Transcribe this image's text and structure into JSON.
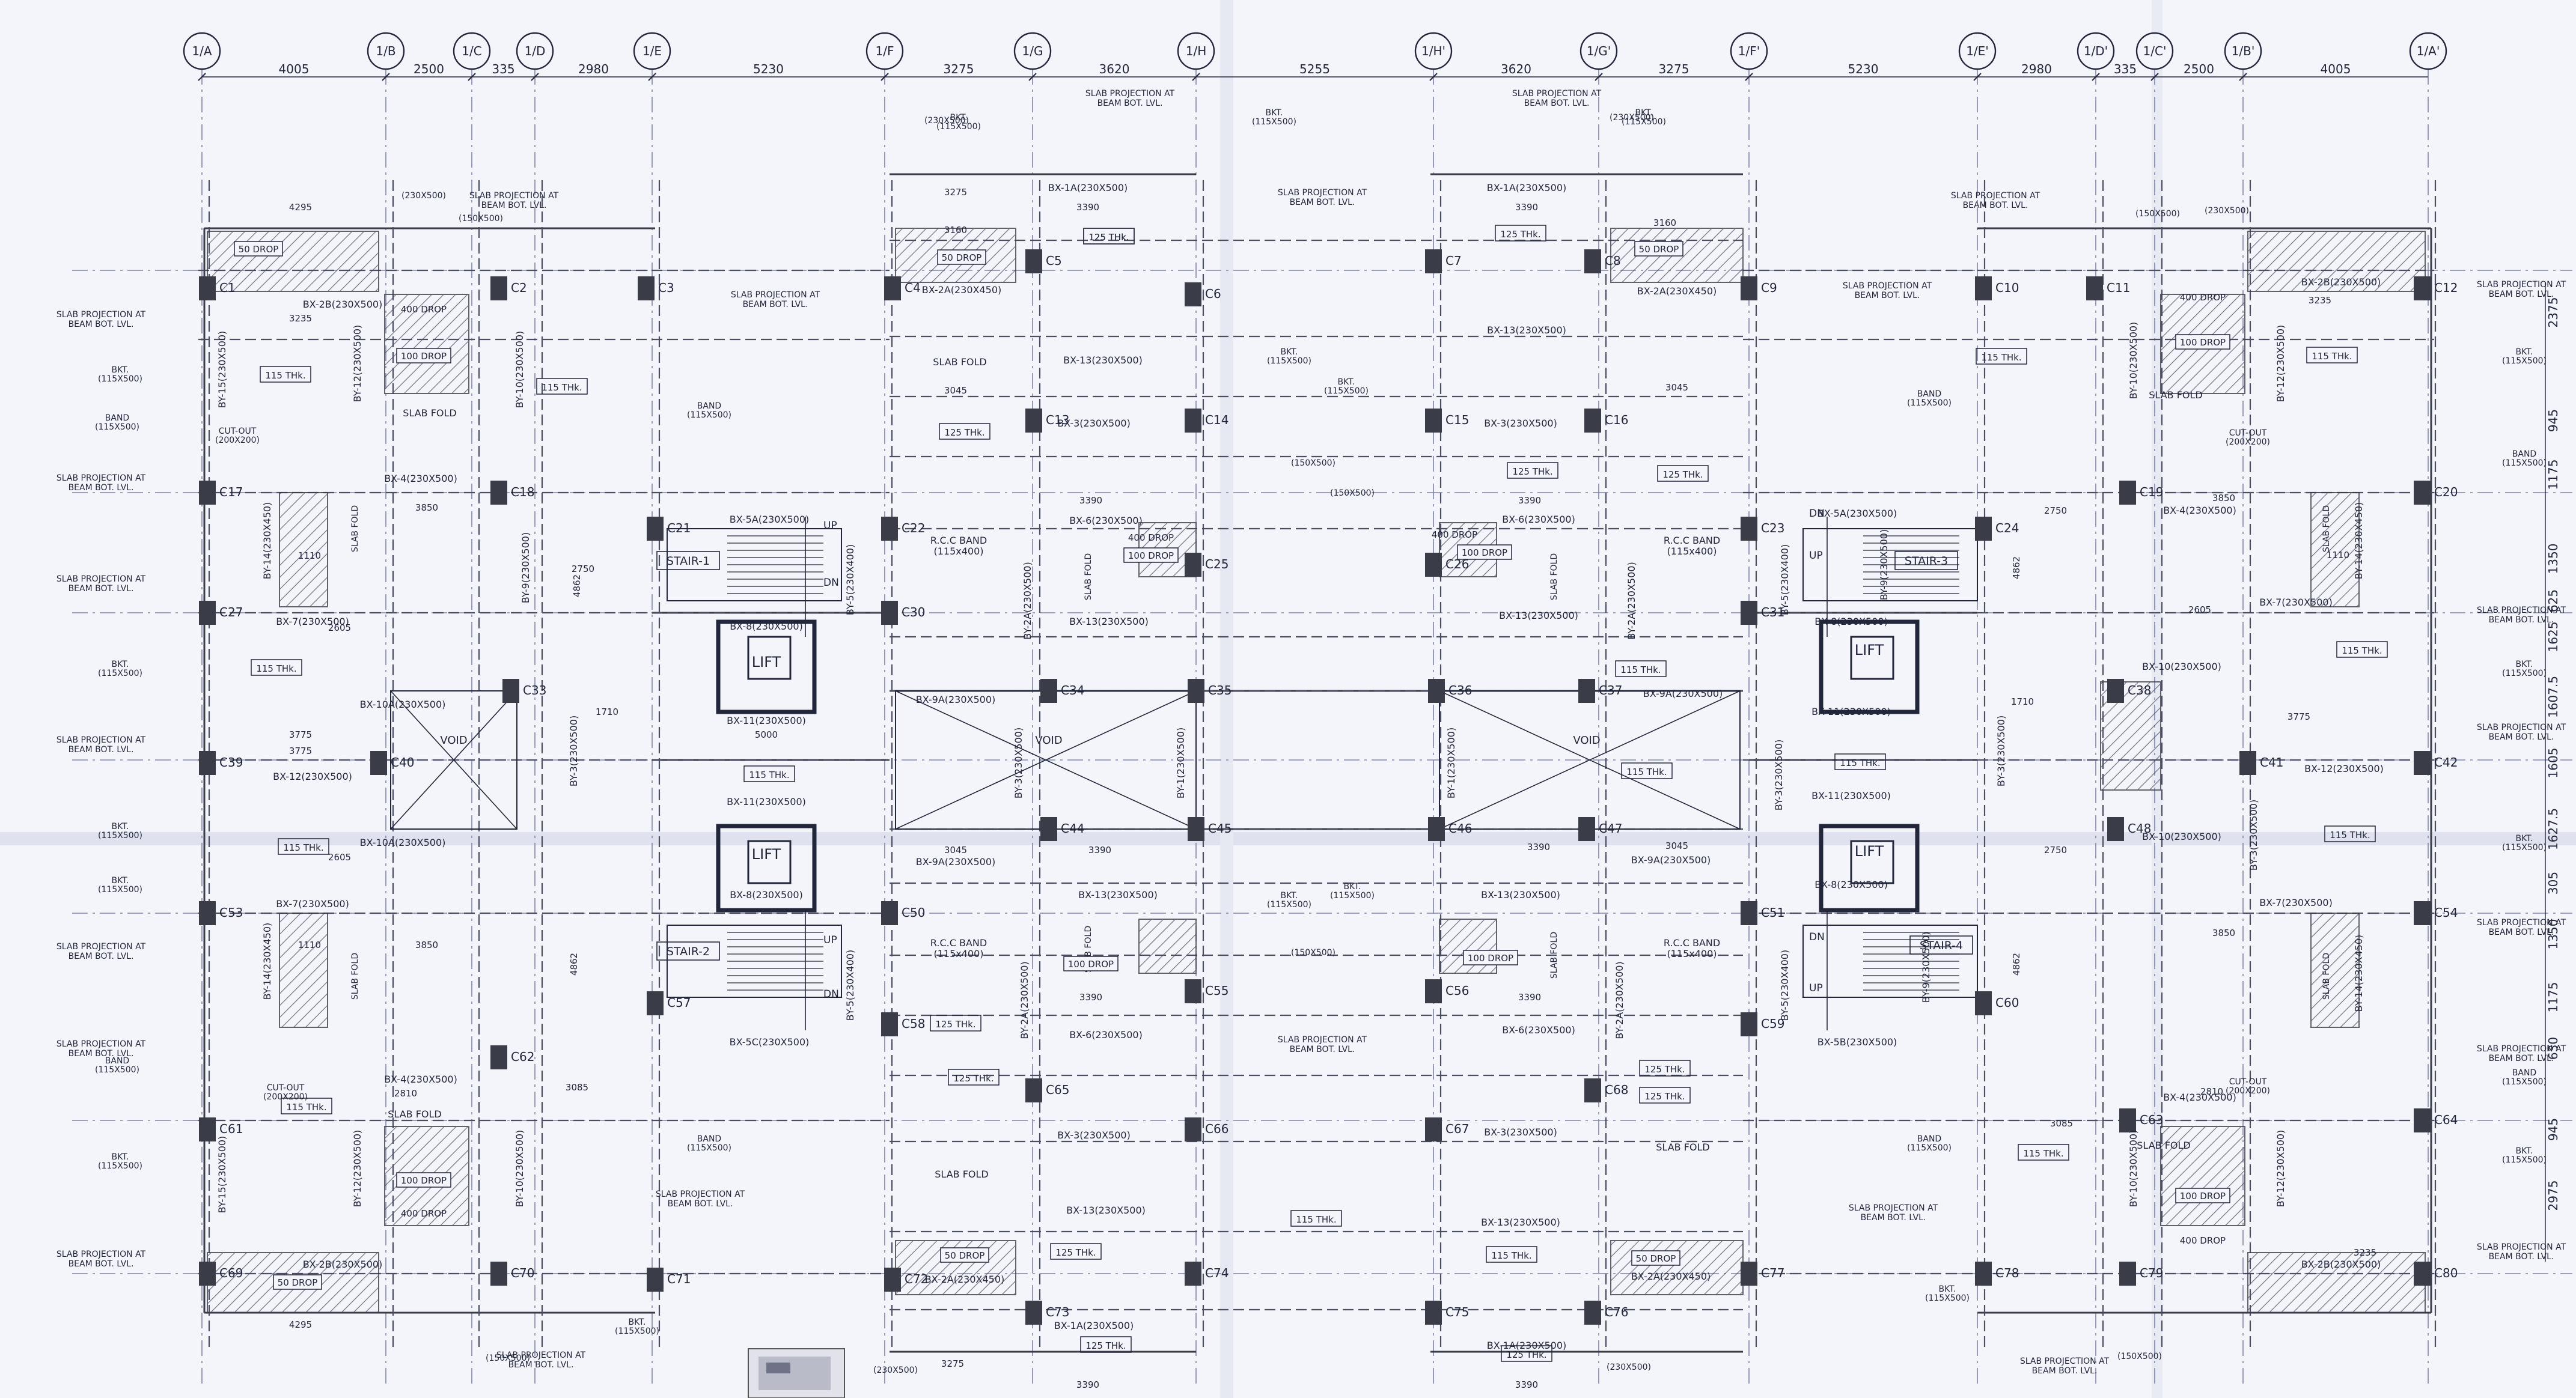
{
  "grid_top": [
    "1/A",
    "1/B",
    "1/C",
    "1/D",
    "1/E",
    "1/F",
    "1/G",
    "1/H",
    "1/H'",
    "1/G'",
    "1/F'",
    "1/E'",
    "1/D'",
    "1/C'",
    "1/B'",
    "1/A'"
  ],
  "dims_top": [
    "4005",
    "2500",
    "335",
    "2980",
    "5230",
    "3275",
    "3620",
    "5255",
    "3620",
    "3275",
    "5230",
    "2980",
    "335",
    "2500",
    "4005"
  ],
  "dims_right": [
    "2375",
    "945",
    "1175",
    "1350",
    "625",
    "1625",
    "1607.5",
    "1605",
    "1627.5",
    "305",
    "1350",
    "1175",
    "630",
    "945",
    "2975"
  ],
  "columns": [
    "C1",
    "C2",
    "C3",
    "C4",
    "C5",
    "C6",
    "C7",
    "C8",
    "C9",
    "C10",
    "C11",
    "C12",
    "C13",
    "C14",
    "C15",
    "C16",
    "C17",
    "C18",
    "C19",
    "C20",
    "C21",
    "C22",
    "C23",
    "C24",
    "C25",
    "C26",
    "C27",
    "C30",
    "C31",
    "C33",
    "C34",
    "C35",
    "C36",
    "C37",
    "C38",
    "C39",
    "C40",
    "C41",
    "C42",
    "C44",
    "C45",
    "C46",
    "C47",
    "C48",
    "C50",
    "C51",
    "C53",
    "C54",
    "C55",
    "C56",
    "C57",
    "C58",
    "C59",
    "C60",
    "C61",
    "C62",
    "C63",
    "C64",
    "C65",
    "C66",
    "C67",
    "C68",
    "C69",
    "C70",
    "C71",
    "C72",
    "C73",
    "C74",
    "C75",
    "C76",
    "C77",
    "C78",
    "C79",
    "C80"
  ],
  "rooms": {
    "lift": "LIFT",
    "void": "VOID",
    "stairs": [
      "STAIR-1",
      "STAIR-2",
      "STAIR-3",
      "STAIR-4"
    ],
    "up": "UP",
    "dn": "DN"
  },
  "beams": {
    "bx_1a": "BX-1A(230X500)",
    "bx_2a": "BX-2A(230X450)",
    "bx_2b": "BX-2B(230X500)",
    "bx_3": "BX-3(230X500)",
    "bx_4": "BX-4(230X500)",
    "bx_5a": "BX-5A(230X500)",
    "bx_5b": "BX-5B(230X500)",
    "bx_5c": "BX-5C(230X500)",
    "bx_6": "BX-6(230X500)",
    "bx_7": "BX-7(230X500)",
    "bx_8": "BX-8(230X500)",
    "bx_9a": "BX-9A(230X500)",
    "bx_10": "BX-10(230X500)",
    "bx_10a": "BX-10A(230X500)",
    "bx_11": "BX-11(230X500)",
    "bx_12": "BX-12(230X500)",
    "bx_13": "BX-13(230X500)",
    "by_1": "BY-1(230X500)",
    "by_2a": "BY-2A(230X500)",
    "by_3": "BY-3(230X500)",
    "by_5": "BY-5(230X400)",
    "by_9": "BY-9(230X500)",
    "by_10": "BY-10(230X500)",
    "by_12": "BY-12(230X500)",
    "by_14": "BY-14(230X450)",
    "by_15": "BY-15(230X500)"
  },
  "notes": {
    "slab_proj": "SLAB PROJECTION AT",
    "beam_bot": "BEAM BOT. LVL.",
    "bkt": "BKT.",
    "bkt_115": "(115X500)",
    "bkt_150": "(150X500)",
    "bkt_230": "(230X500)",
    "band": "BAND",
    "band_115": "(115X500)",
    "rcc_band": "R.C.C BAND",
    "rcc_size": "(115x400)",
    "slab_fold": "SLAB FOLD",
    "cut_out": "CUT-OUT",
    "cut_size": "(200X200)",
    "thk_115": "115 THk.",
    "thk_125": "125 THk.",
    "drop_50": "50 DROP",
    "drop_100": "100 DROP",
    "drop_400": "400 DROP"
  },
  "dims_inner": {
    "d3390": "3390",
    "d3850": "3850",
    "d3775": "3775",
    "d2810": "2810",
    "d3085": "3085",
    "d3235": "3235",
    "d4295": "4295",
    "d5000": "5000",
    "d3045": "3045",
    "d2605": "2605",
    "d3160": "3160",
    "d3275": "3275",
    "d2750": "2750",
    "d1110": "1110",
    "d1710": "1710",
    "d4862": "4862"
  },
  "colors": {
    "paper": "#f4f5fb",
    "ink": "#22263a",
    "column": "#3a3d48",
    "grid": "#7e84a6",
    "hatch": "#4a4e60"
  }
}
